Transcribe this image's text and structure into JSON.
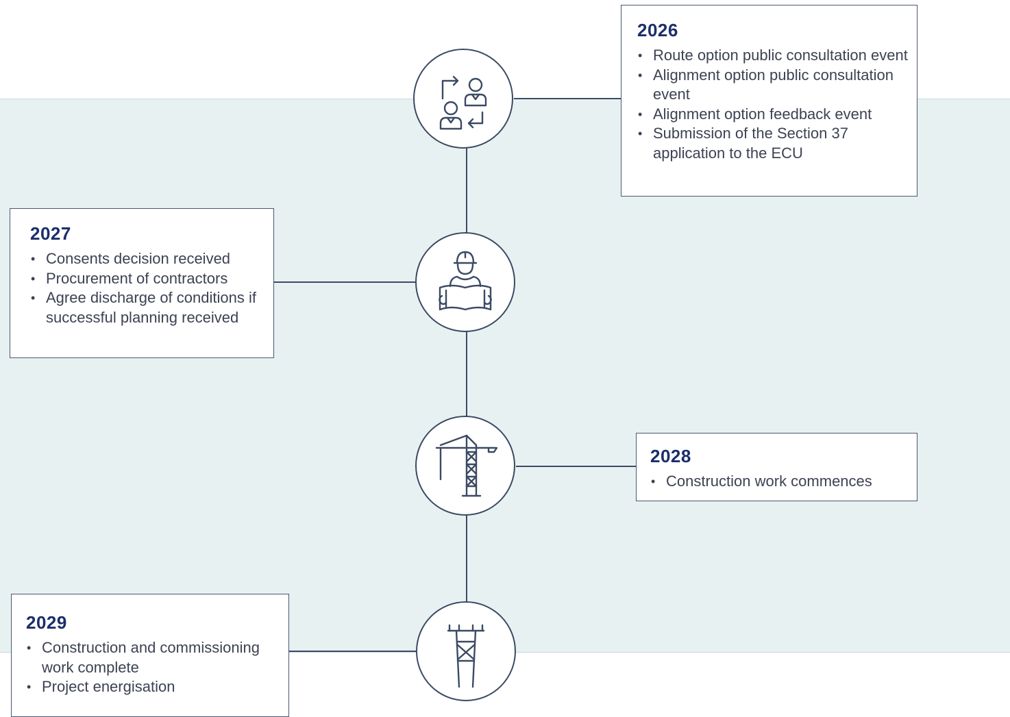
{
  "milestones": [
    {
      "year": "2026",
      "icon": "people-exchange-icon",
      "items": [
        "Route option public consultation event",
        "Alignment option public consultation event",
        "Alignment option feedback event",
        "Submission of the Section 37 application to the ECU"
      ]
    },
    {
      "year": "2027",
      "icon": "engineer-with-plans-icon",
      "items": [
        "Consents decision received",
        "Procurement of contractors",
        "Agree discharge of conditions if successful planning received"
      ]
    },
    {
      "year": "2028",
      "icon": "construction-crane-icon",
      "items": [
        "Construction work commences"
      ]
    },
    {
      "year": "2029",
      "icon": "pylon-icon",
      "items": [
        "Construction and commissioning work complete",
        "Project energisation"
      ]
    }
  ],
  "colors": {
    "year_text": "#1b2e6b",
    "line": "#3b4a63",
    "band": "#e8f1f2"
  }
}
